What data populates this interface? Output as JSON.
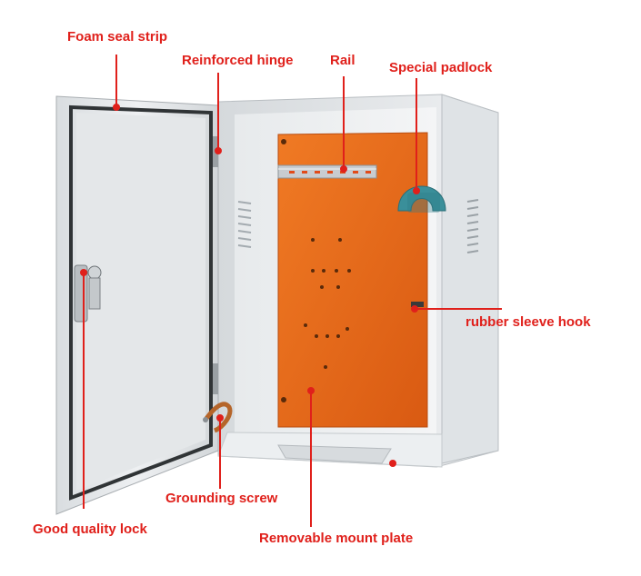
{
  "image": {
    "subject": "metal-electrical-enclosure",
    "background_color": "#ffffff",
    "callout_color": "#e0201b",
    "body_color": "#e9ecee",
    "mount_plate_color": "#ea6a1c",
    "rail_color": "#c8ccd0",
    "padlock_color": "#3a8f9a"
  },
  "callouts": {
    "foam_seal_strip": "Foam seal strip",
    "reinforced_hinge": "Reinforced hinge",
    "rail": "Rail",
    "special_padlock": "Special padlock",
    "rubber_sleeve_hook": "rubber sleeve hook",
    "grounding_screw": "Grounding screw",
    "good_quality_lock": "Good quality lock",
    "removable_mount_plate": "Removable mount plate"
  }
}
